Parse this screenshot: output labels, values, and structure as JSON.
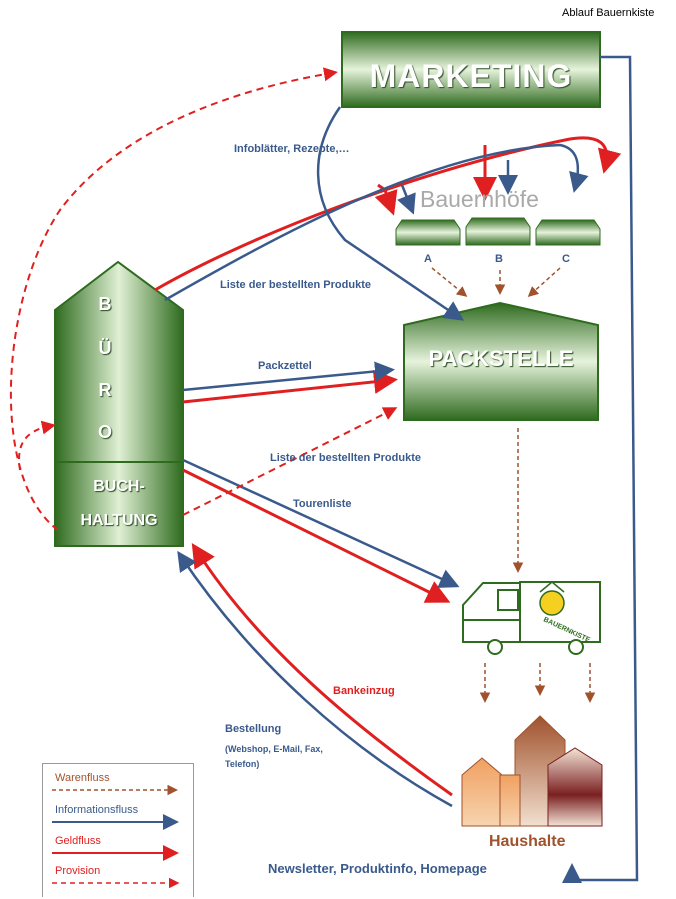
{
  "doc_title": "Ablauf Bauernkiste",
  "nodes": {
    "marketing": "MARKETING",
    "bauernhoefe": "Bauernhöfe",
    "farm_a": "A",
    "farm_b": "B",
    "farm_c": "C",
    "packstelle": "PACKSTELLE",
    "buero_letters": [
      "B",
      "Ü",
      "R",
      "O"
    ],
    "buchhaltung_line1": "BUCH-",
    "buchhaltung_line2": "HALTUNG",
    "truck_logo": "BAUERNKISTE",
    "haushalte": "Haushalte"
  },
  "labels": {
    "infoblaetter": "Infoblätter,  Rezepte,…",
    "liste1": "Liste der bestellten Produkte",
    "packzettel": "Packzettel",
    "liste2": "Liste der bestellten Produkte",
    "tourenliste": "Tourenliste",
    "bankeinzug": "Bankeinzug",
    "bestellung": "Bestellung",
    "bestellung_detail1": "(Webshop, E-Mail, Fax,",
    "bestellung_detail2": "Telefon)",
    "newsletter": "Newsletter, Produktinfo, Homepage"
  },
  "legend": [
    {
      "label": "Warenfluss",
      "color": "#a0522d",
      "style": "dashed"
    },
    {
      "label": "Informationsfluss",
      "color": "#3a5a8c",
      "style": "solid"
    },
    {
      "label": "Geldfluss",
      "color": "#e02020",
      "style": "solid"
    },
    {
      "label": "Provision",
      "color": "#e02020",
      "style": "dashed"
    }
  ],
  "colors": {
    "green_dark": "#2f6b1f",
    "green_light": "#d7ecc8",
    "blue": "#3a5a8c",
    "red": "#e02020",
    "brown": "#a0522d"
  }
}
